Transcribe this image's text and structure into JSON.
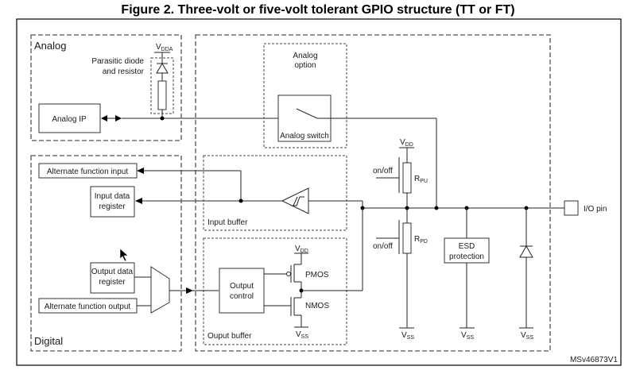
{
  "figure": {
    "title": "Figure 2. Three-volt or five-volt tolerant GPIO structure (TT or FT)",
    "reference_id": "MSv46873V1"
  },
  "regions": {
    "analog": "Analog",
    "digital": "Digital",
    "analog_option": [
      "Analog",
      "option"
    ],
    "input_buffer": "Input buffer",
    "output_buffer": "Ouput buffer"
  },
  "blocks": {
    "analog_ip": "Analog IP",
    "parasitic": [
      "Parasitic diode",
      "and resistor"
    ],
    "analog_switch": "Analog switch",
    "alt_func_input": "Alternate function input",
    "input_data_register": [
      "Input data",
      "register"
    ],
    "output_data_register": [
      "Output data",
      "register"
    ],
    "alt_func_output": "Alternate function output",
    "output_control": [
      "Output",
      "control"
    ],
    "esd_protection": [
      "ESD",
      "protection"
    ],
    "io_pin": "I/O pin"
  },
  "components": {
    "pmos": "PMOS",
    "nmos": "NMOS",
    "rpu": {
      "main": "R",
      "sub": "PU"
    },
    "rpd": {
      "main": "R",
      "sub": "PD"
    },
    "on_off": "on/off"
  },
  "supplies": {
    "vdda": {
      "main": "V",
      "sub": "DDA"
    },
    "vdd": {
      "main": "V",
      "sub": "DD"
    },
    "vss": {
      "main": "V",
      "sub": "SS"
    }
  }
}
